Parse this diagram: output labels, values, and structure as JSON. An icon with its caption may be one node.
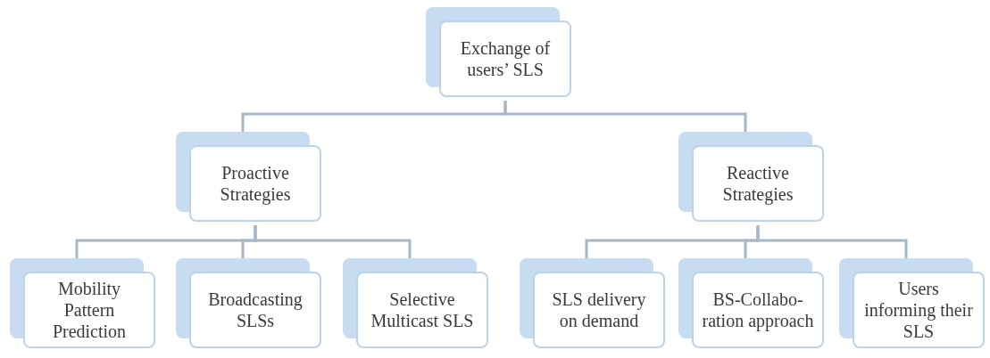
{
  "diagram": {
    "nodes": [
      {
        "text": [
          "Exchange of users’ SLS"
        ]
      },
      {
        "text": [
          "Proactive Strategies"
        ]
      },
      {
        "text": [
          "Reactive Strategies"
        ]
      },
      {
        "text": [
          "Mobility Pattern Prediction"
        ]
      },
      {
        "text": [
          "Broadcasting SLSs"
        ]
      },
      {
        "text": [
          "Selective Multicast SLS"
        ]
      },
      {
        "text": [
          "SLS delivery on demand"
        ]
      },
      {
        "text": [
          "BS-Collabo-ration approach"
        ]
      },
      {
        "text": [
          "Users informing their SLS"
        ]
      }
    ],
    "edges": [
      {
        "from": 0,
        "to": 1,
        "arrow": "none"
      },
      {
        "from": 0,
        "to": 2,
        "arrow": "none"
      },
      {
        "from": 1,
        "to": 3,
        "arrow": "none"
      },
      {
        "from": 1,
        "to": 4,
        "arrow": "none"
      },
      {
        "from": 1,
        "to": 5,
        "arrow": "none"
      },
      {
        "from": 2,
        "to": 6,
        "arrow": "none"
      },
      {
        "from": 2,
        "to": 7,
        "arrow": "none"
      },
      {
        "from": 2,
        "to": 8,
        "arrow": "none"
      }
    ]
  }
}
